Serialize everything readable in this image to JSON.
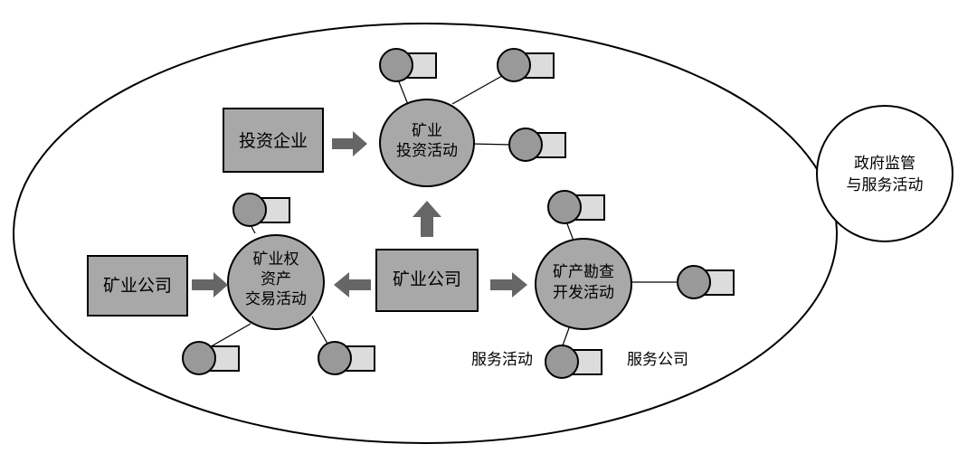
{
  "colors": {
    "box_fill": "#a8a8a8",
    "node_fill": "#a8a8a8",
    "small_circle_fill": "#999999",
    "small_rect_fill": "#dcdcdc",
    "arrow_fill": "#666666",
    "outline": "#000000",
    "background": "#ffffff"
  },
  "government": {
    "line1": "政府监管",
    "line2": "与服务活动"
  },
  "investment_company": "投资企业",
  "mining_company_left": "矿业公司",
  "mining_company_center": "矿业公司",
  "investment_activity": {
    "line1": "矿业",
    "line2": "投资活动"
  },
  "rights_trading_activity": {
    "line1": "矿业权",
    "line2": "资产",
    "line3": "交易活动"
  },
  "exploration_activity": {
    "line1": "矿产勘查",
    "line2": "开发活动"
  },
  "legend": {
    "service_activity": "服务活动",
    "service_company": "服务公司"
  },
  "icons": [
    "arrow-right-icon",
    "arrow-left-icon",
    "arrow-up-icon",
    "service-node-icon"
  ]
}
